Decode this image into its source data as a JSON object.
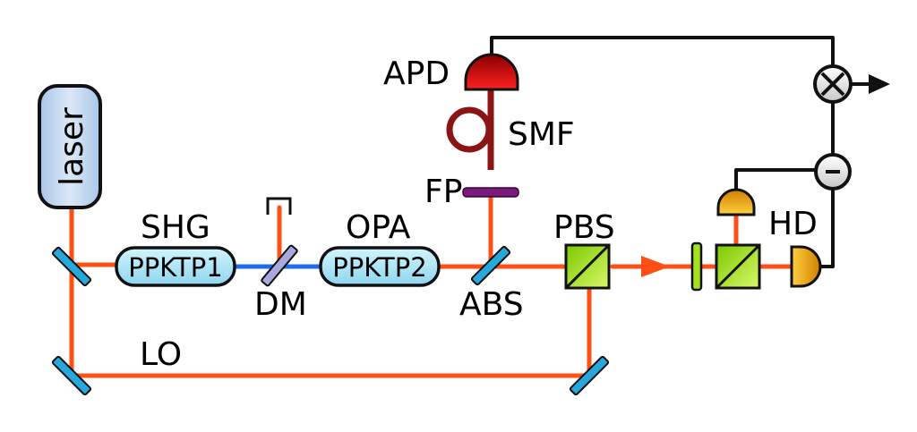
{
  "labels": {
    "laser": "laser",
    "shg": "SHG",
    "ppktp1": "PPKTP1",
    "dm": "DM",
    "opa": "OPA",
    "ppktp2": "PPKTP2",
    "abs": "ABS",
    "fp": "FP",
    "smf": "SMF",
    "apd": "APD",
    "pbs": "PBS",
    "hd": "HD",
    "lo": "LO"
  },
  "icons": {
    "mixer": "mixer-icon",
    "subtractor": "minus-icon",
    "output_arrow": "arrow-right-icon"
  },
  "colors": {
    "fundamental_beam": "#ff4f14",
    "second_harmonic_beam": "#1f6cf0",
    "crystal_fill": "#aee8f8",
    "mirror": "#27a8dc",
    "dichroic_mirror": "#a9a9e0",
    "beam_splitter": "#a4e01c",
    "fabry_perot": "#7a1a7a",
    "fiber": "#8b1414",
    "apd_detector": "#c41010",
    "homodyne_detector": "#f0a000",
    "laser_body": "#b9d1ec",
    "signal_wire": "#111111"
  }
}
